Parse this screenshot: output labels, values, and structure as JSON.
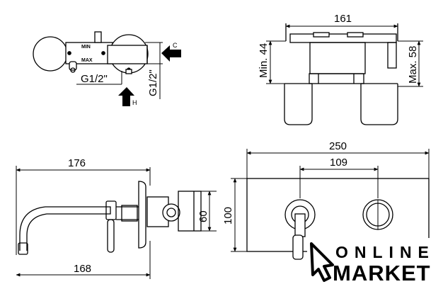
{
  "top_left_view": {
    "valve_labels": {
      "min": "MIN",
      "max": "MAX"
    },
    "thread_horizontal": "G1/2\"",
    "thread_vertical": "G1/2\"",
    "inlet_cold": "C",
    "inlet_hot": "H"
  },
  "top_right_view": {
    "width": "161",
    "min_depth": "Min. 44",
    "max_depth": "Max. 58"
  },
  "side_view": {
    "overall_length": "176",
    "spout_length": "168",
    "plate_height": "60"
  },
  "front_view": {
    "plate_width": "250",
    "handle_spacing": "109",
    "plate_height": "100"
  },
  "logo": {
    "line1": "ONLINE",
    "line2": "MARKET"
  }
}
